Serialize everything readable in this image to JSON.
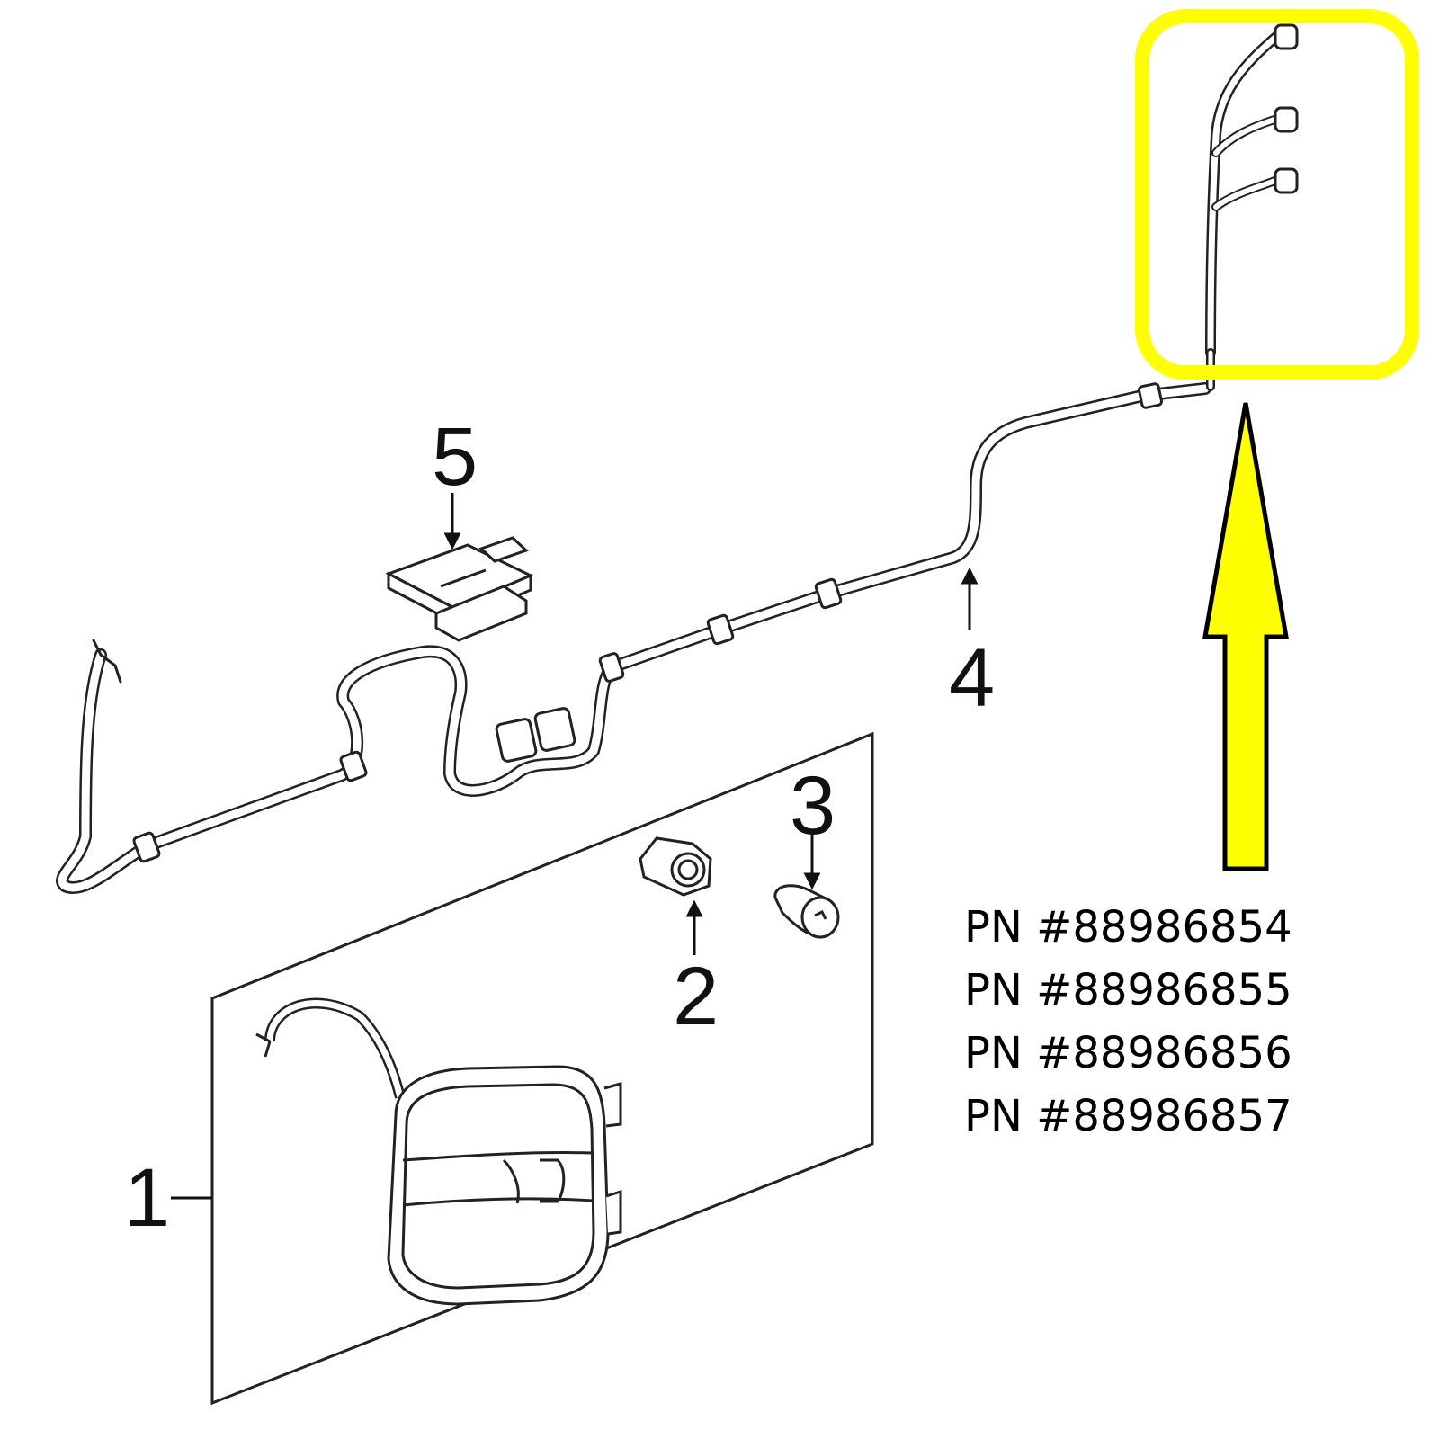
{
  "colors": {
    "highlight": "#ffff00",
    "line": "#222222",
    "arrow_outline": "#000000"
  },
  "callouts": [
    "1",
    "2",
    "3",
    "4",
    "5"
  ],
  "part_numbers": [
    "PN #88986854",
    "PN #88986855",
    "PN #88986856",
    "PN #88986857"
  ]
}
